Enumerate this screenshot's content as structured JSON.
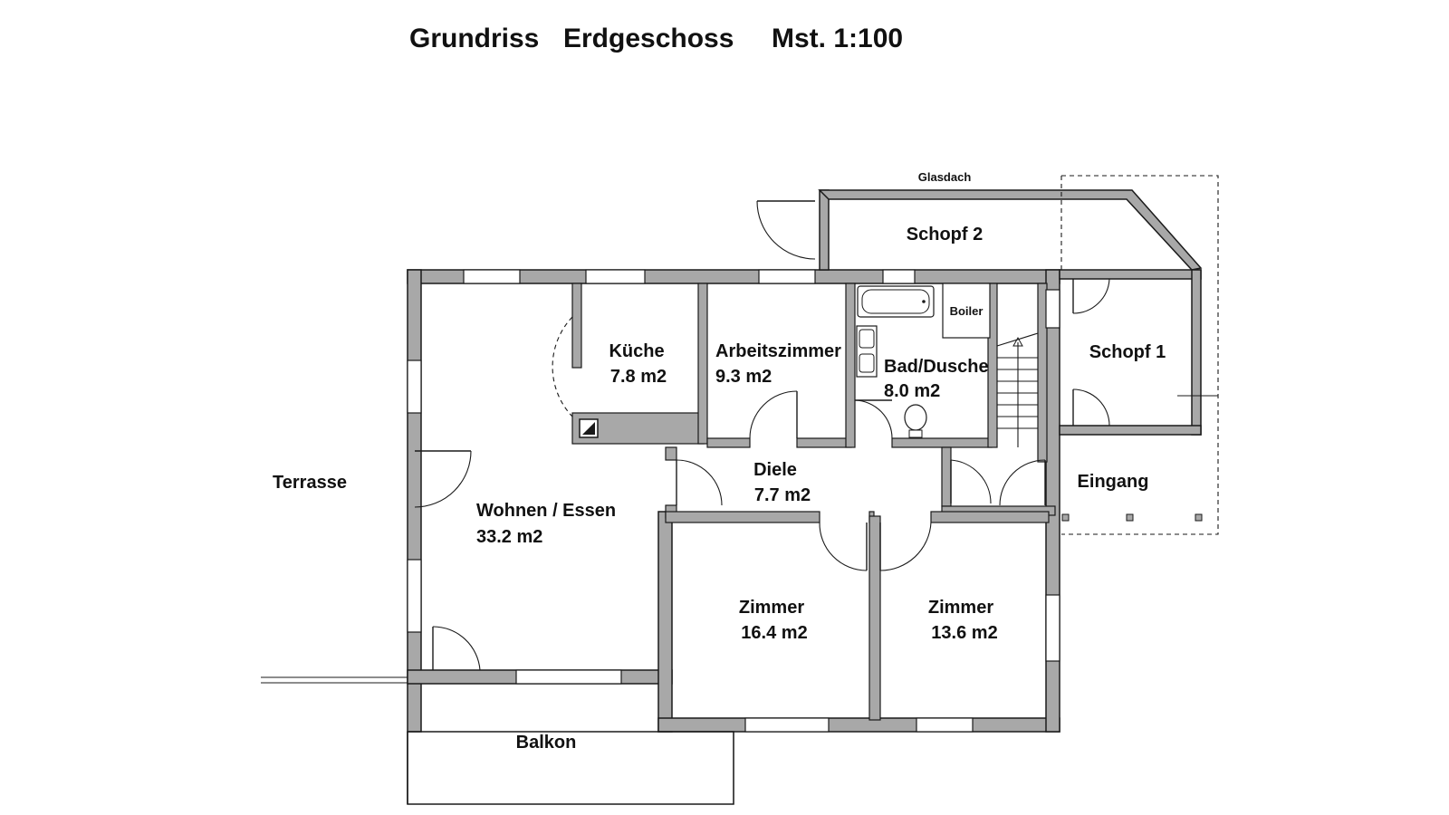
{
  "title": {
    "part1": "Grundriss",
    "part2": "Erdgeschoss",
    "part3": "Mst. 1:100"
  },
  "rooms": {
    "kueche": {
      "name": "Küche",
      "area": "7.8 m2"
    },
    "arbeitszimmer": {
      "name": "Arbeitszimmer",
      "area": "9.3 m2"
    },
    "bad": {
      "name": "Bad/Dusche",
      "area": "8.0 m2"
    },
    "boiler": {
      "name": "Boiler"
    },
    "schopf1": {
      "name": "Schopf  1"
    },
    "schopf2": {
      "name": "Schopf  2"
    },
    "diele": {
      "name": "Diele",
      "area": "7.7 m2"
    },
    "wohnen": {
      "name": "Wohnen / Essen",
      "area": "33.2 m2"
    },
    "zimmer1": {
      "name": "Zimmer",
      "area": "16.4 m2"
    },
    "zimmer2": {
      "name": "Zimmer",
      "area": "13.6 m2"
    },
    "balkon": {
      "name": "Balkon"
    },
    "terrasse": {
      "name": "Terrasse"
    },
    "eingang": {
      "name": "Eingang"
    },
    "glasdach": {
      "name": "Glasdach"
    }
  },
  "colors": {
    "wall": "#a8a8a8",
    "line": "#1a1a1a",
    "background": "#ffffff"
  }
}
